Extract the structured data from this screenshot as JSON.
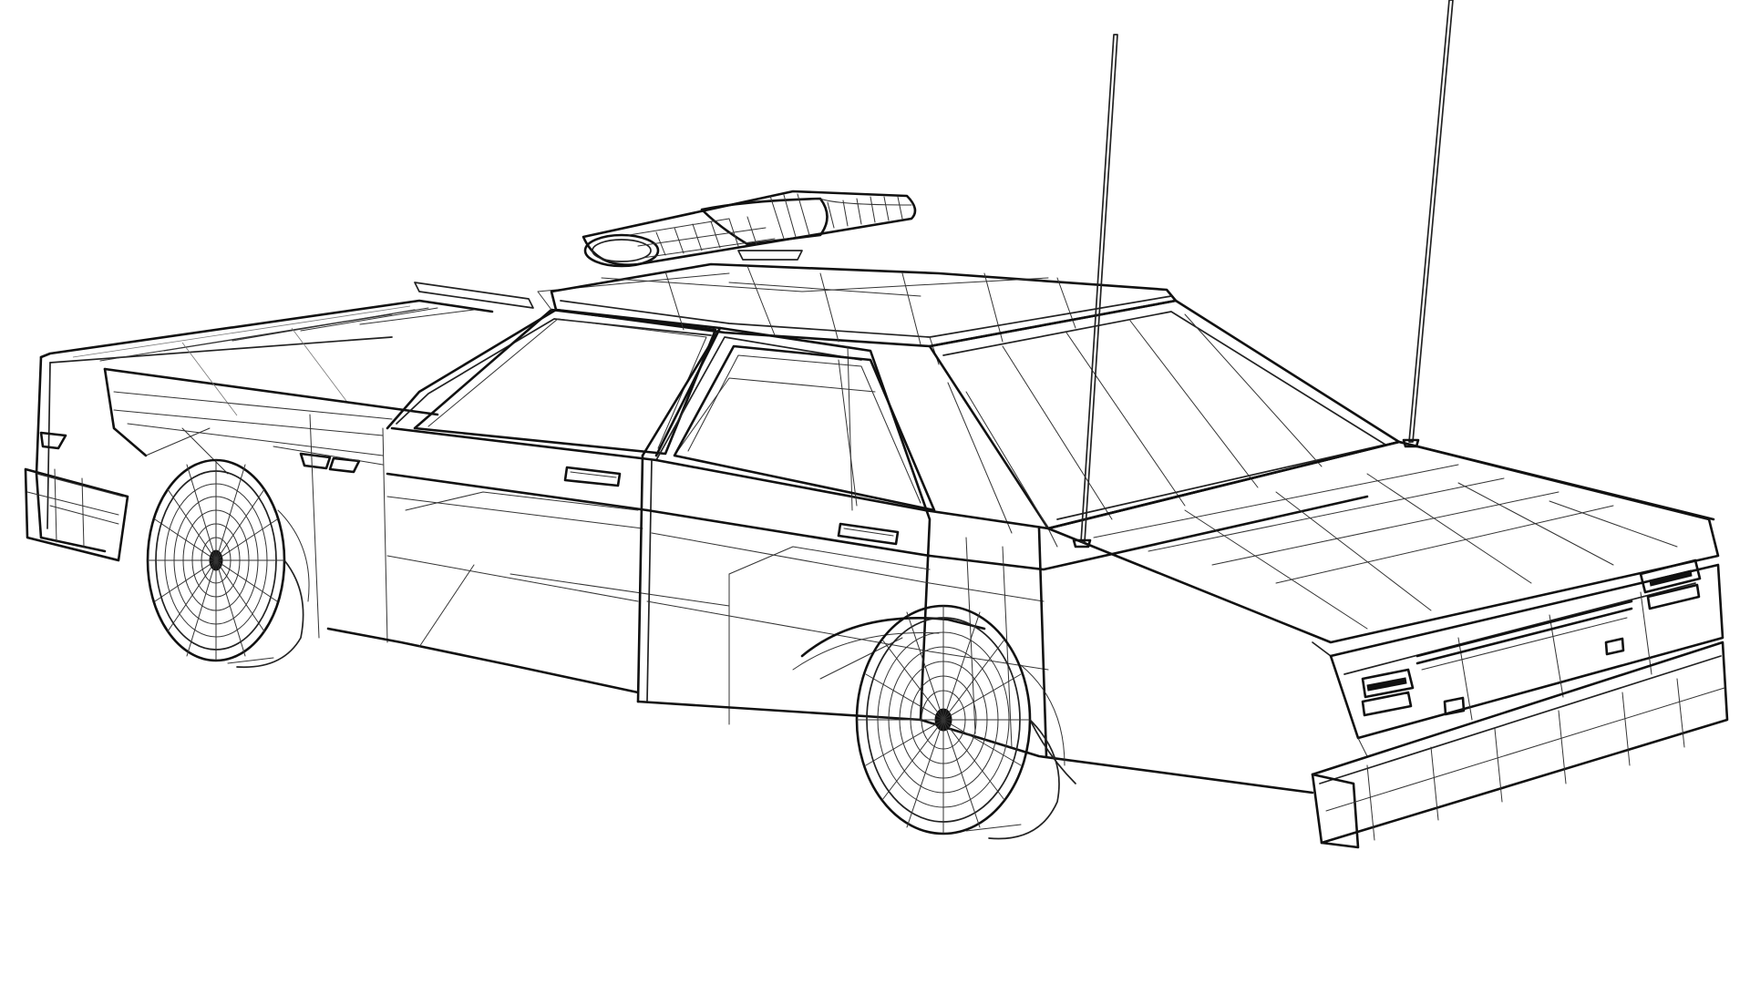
{
  "scene": {
    "subject": "police-car-wireframe",
    "background_color": "#ffffff",
    "line_color": "#111111"
  },
  "icons": {
    "siren": "light-bar",
    "antennas": [
      "antenna-rear",
      "antenna-front"
    ],
    "wheels": [
      "wheel-rear",
      "wheel-front"
    ]
  }
}
